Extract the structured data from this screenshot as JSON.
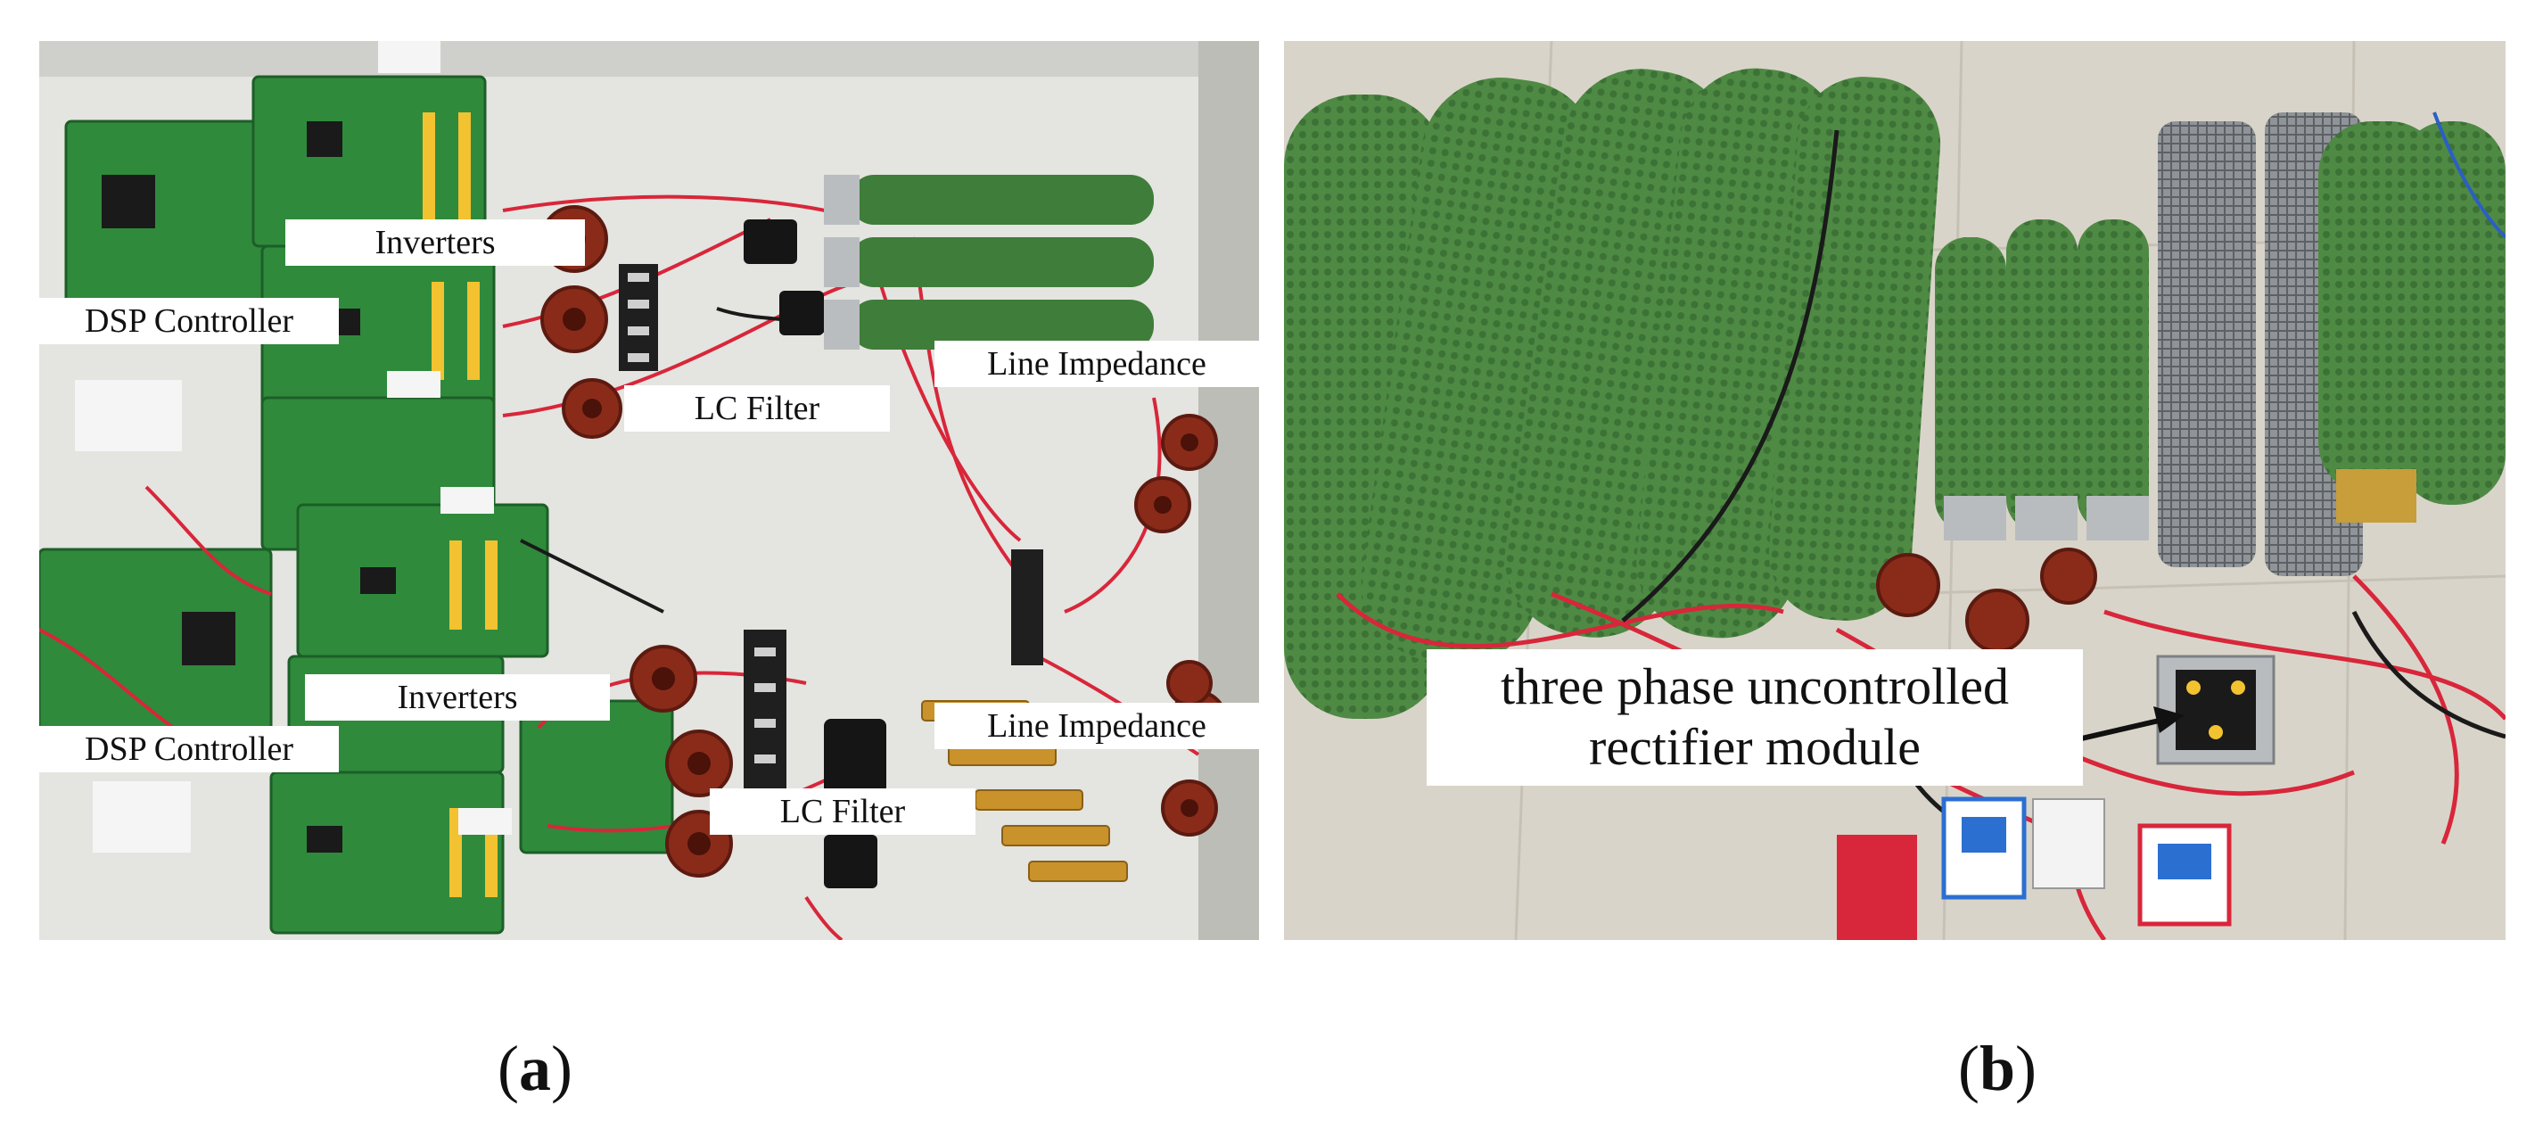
{
  "panel_a": {
    "labels": {
      "inverters_top": "Inverters",
      "dsp_top": "DSP Controller",
      "lc_filter_top": "LC  Filter",
      "line_impedance_top": "Line  Impedance",
      "inverters_bottom": "Inverters",
      "dsp_bottom": "DSP Controller",
      "line_impedance_bottom": "Line  Impedance",
      "lc_filter_bottom": "LC  Filter"
    },
    "caption_letter": "a"
  },
  "panel_b": {
    "annotation_line1": "three phase uncontrolled",
    "annotation_line2": "rectifier module",
    "caption_letter": "b"
  },
  "caption_open": "(",
  "caption_close": ")",
  "colors": {
    "pcb_green": "#2f8a3c",
    "resistor_green": "#4f8a44",
    "inductor_copper": "#8a2b1a",
    "wire_red": "#d8263a",
    "table_gray": "#e7e7e3",
    "floor_tan": "#d9d4c9"
  }
}
